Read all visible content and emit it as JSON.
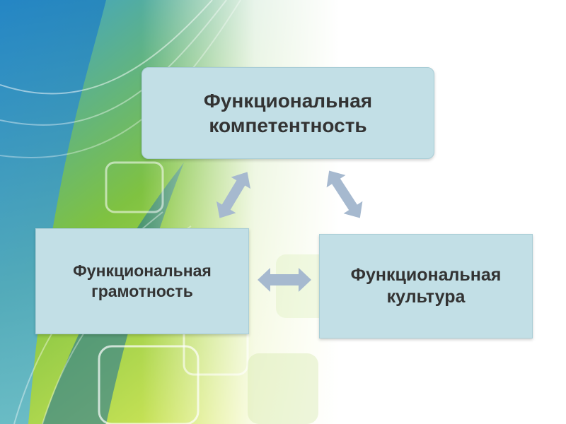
{
  "diagram": {
    "nodes": {
      "top": {
        "line1": "Функциональная",
        "line2": "компетентность"
      },
      "left": {
        "line1": "Функциональная",
        "line2": "грамотность"
      },
      "right": {
        "line1": "Функциональная",
        "line2": "культура"
      }
    },
    "connectors": [
      {
        "from": "top",
        "to": "left",
        "style": "double-arrow"
      },
      {
        "from": "top",
        "to": "right",
        "style": "double-arrow"
      },
      {
        "from": "left",
        "to": "right",
        "style": "double-arrow"
      }
    ]
  },
  "colors": {
    "box_fill": "#c2dfe6",
    "box_text": "#333333",
    "arrow_fill": "#a6b9cf",
    "background_green": "#7fc241",
    "background_blue": "#2e8fc8"
  }
}
